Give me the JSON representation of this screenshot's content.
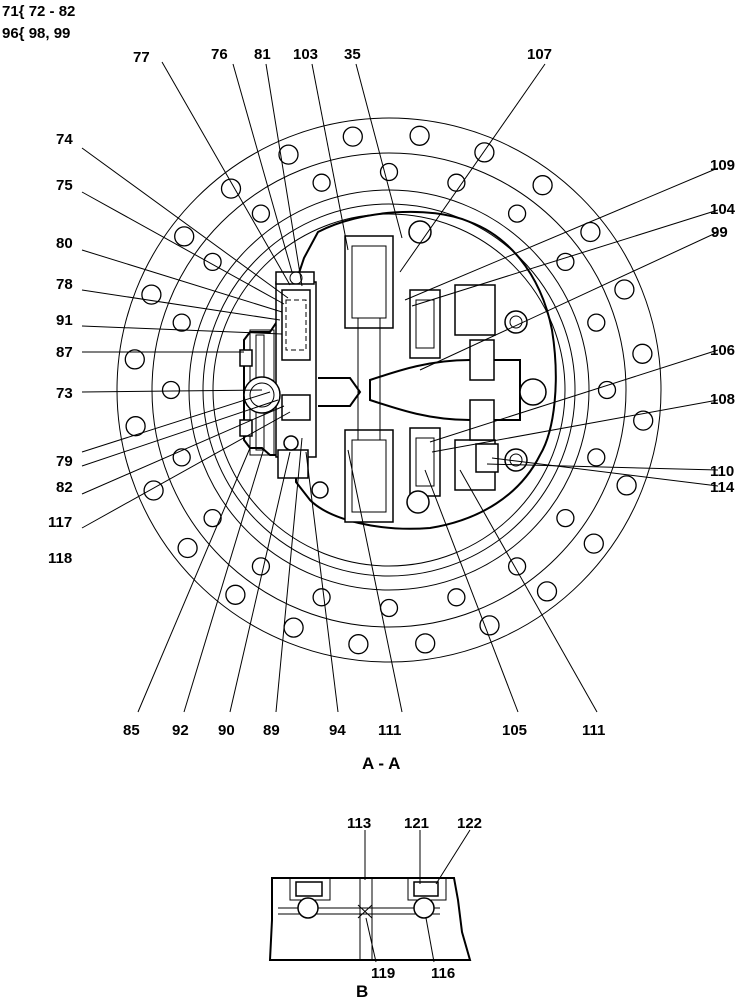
{
  "header": {
    "line1": "71{ 72 - 82",
    "line2": "96{ 98, 99"
  },
  "section_aa_title": "A - A",
  "section_b_title": "B",
  "callouts_top": [
    "77",
    "76",
    "81",
    "103",
    "35",
    "107"
  ],
  "callouts_left": [
    "74",
    "75",
    "80",
    "78",
    "91",
    "87",
    "73",
    "79",
    "82",
    "117",
    "118"
  ],
  "callouts_right": [
    "109",
    "104",
    "99",
    "106",
    "108",
    "110",
    "114"
  ],
  "callouts_bottom": [
    "85",
    "92",
    "90",
    "89",
    "94",
    "111",
    "105",
    "111"
  ],
  "detail_b_callouts": [
    "113",
    "121",
    "122",
    "119",
    "116"
  ]
}
